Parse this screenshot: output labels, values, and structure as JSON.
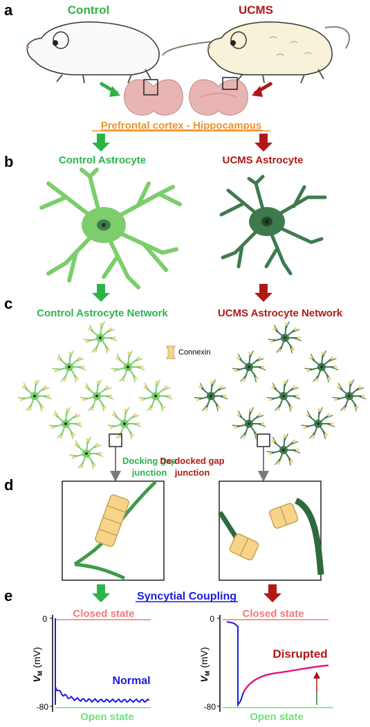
{
  "panels": {
    "a": "a",
    "b": "b",
    "c": "c",
    "d": "d",
    "e": "e"
  },
  "colors": {
    "control": "#2db34a",
    "ucms": "#b01818",
    "orange": "#f0922a",
    "blue": "#1a1adc",
    "astro_light": "#7ccd6b",
    "astro_dark": "#3f7a4c",
    "closed": "#f07a7a",
    "open": "#6ee37a",
    "magenta": "#e0177c"
  },
  "panel_a": {
    "control_label": "Control",
    "ucms_label": "UCMS",
    "region_label": "Prefrontal cortex - Hippocampus"
  },
  "panel_b": {
    "control_label": "Control Astrocyte",
    "ucms_label": "UCMS Astrocyte"
  },
  "panel_c": {
    "control_label": "Control Astrocyte Network",
    "ucms_label": "UCMS Astrocyte Network",
    "legend_label": "Connexin",
    "control_zoom_line1": "Docking gap",
    "control_zoom_line2": "junction",
    "ucms_zoom_line1": "De-docked gap",
    "ucms_zoom_line2": "junction"
  },
  "panel_e": {
    "title": "Syncytial Coupling",
    "ylabel_main": "V",
    "ylabel_sub": "M",
    "ylabel_unit": " (mV)",
    "tick_top": "0",
    "tick_bottom": "-80",
    "closed_label": "Closed state",
    "open_label": "Open state",
    "normal_label": "Normal",
    "disrupted_label": "Disrupted"
  }
}
